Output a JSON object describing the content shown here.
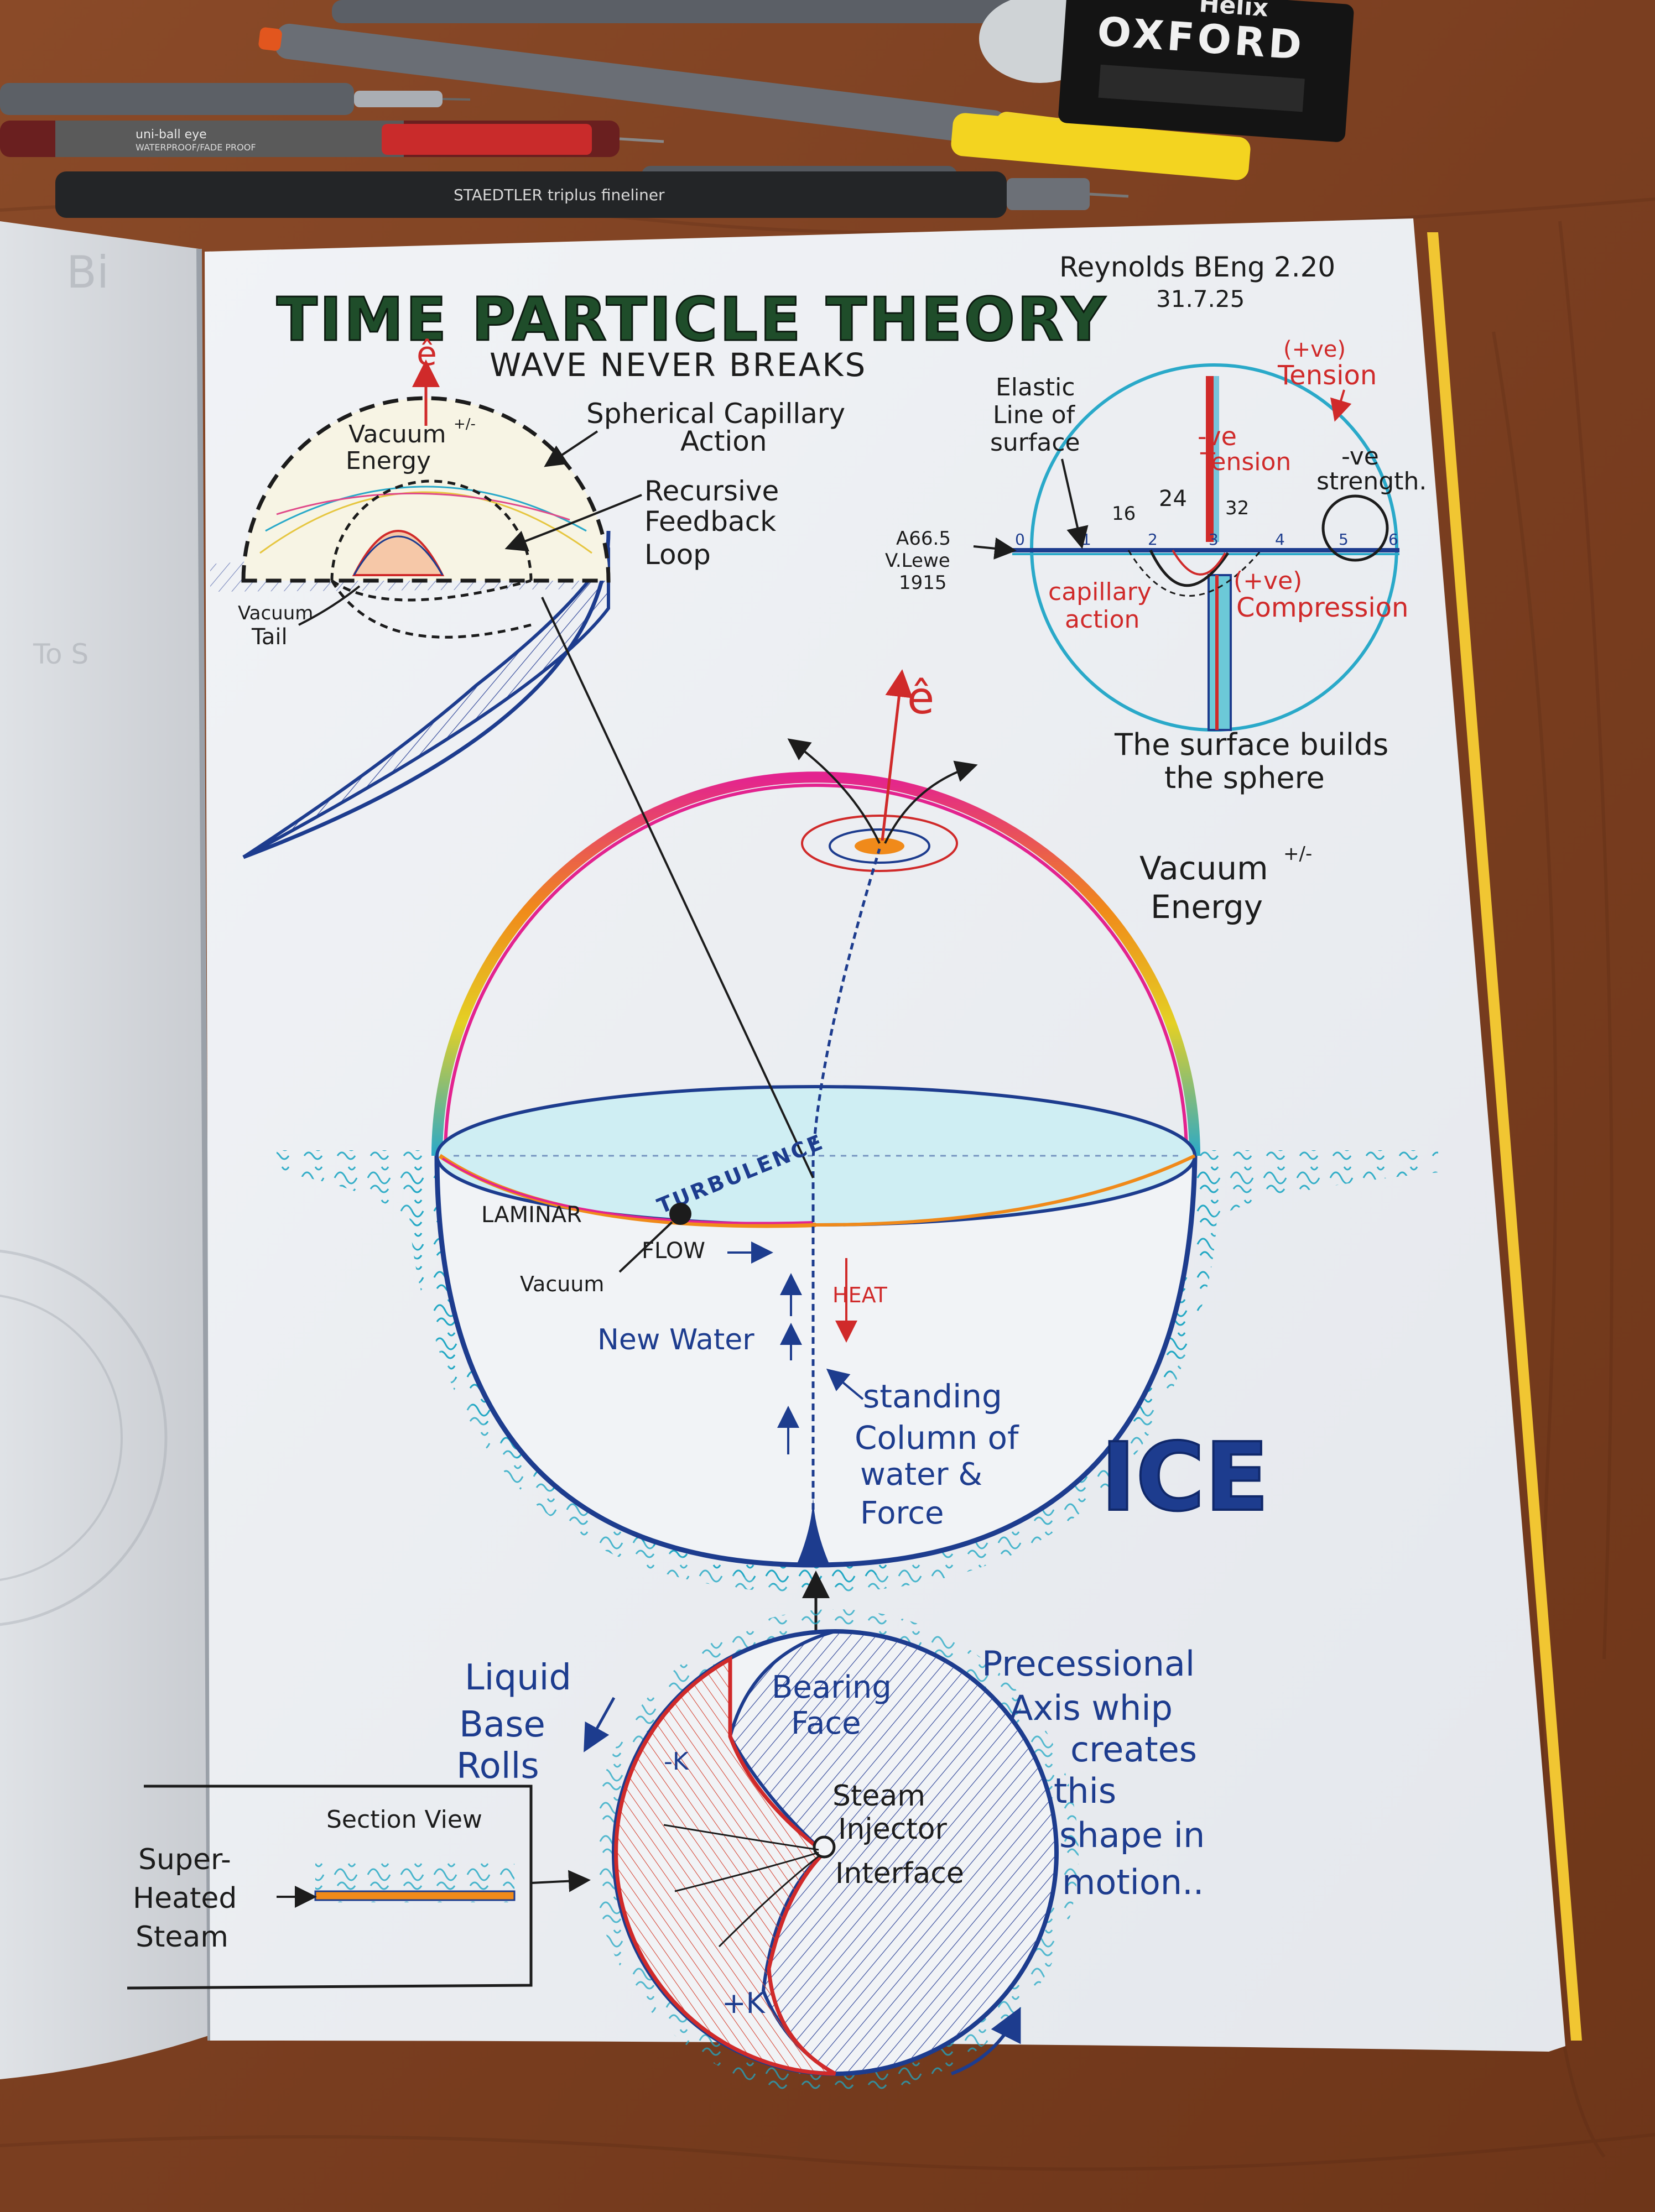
{
  "desk_items": {
    "oxford_brand": "Helix",
    "oxford_name": "OXFORD",
    "fineliner_label": "STAEDTLER triplus fineliner",
    "uniball_label": "uni-ball eye",
    "uniball_label2": "WATERPROOF/FADE PROOF"
  },
  "page": {
    "title": "TIME PARTICLE THEORY",
    "subtitle": "WAVE NEVER BREAKS",
    "author": "Reynolds BEng 2.20",
    "date": "31.7.25"
  },
  "inset_top_left": {
    "e_hat": "ê",
    "vacuum_energy_1": "Vacuum",
    "vacuum_energy_sup": "+/-",
    "vacuum_energy_2": "Energy",
    "spherical_capillary_1": "Spherical Capillary",
    "spherical_capillary_2": "Action",
    "recursive_1": "Recursive",
    "recursive_2": "Feedback",
    "recursive_3": "Loop",
    "vacuum_tail_1": "Vacuum",
    "vacuum_tail_2": "Tail"
  },
  "inset_top_right": {
    "tension_pos_1": "(+ve)",
    "tension_pos_2": "Tension",
    "elastic_1": "Elastic",
    "elastic_2": "Line of",
    "elastic_3": "surface",
    "neg_tension_1": "-ve",
    "neg_tension_2": "Tension",
    "neg_strength_1": "-ve",
    "neg_strength_2": "strength.",
    "n16": "16",
    "n24": "24",
    "n32": "32",
    "ref_1": "A66.5",
    "ref_2": "V.Lewe",
    "ref_3": "1915",
    "axis_labels": [
      "0",
      "1",
      "2",
      "3",
      "4",
      "5",
      "6"
    ],
    "capillary_1": "capillary",
    "capillary_2": "action",
    "compression_1": "(+ve)",
    "compression_2": "Compression",
    "caption_1": "The surface builds",
    "caption_2": "the sphere"
  },
  "main_sphere": {
    "e_hat": "ê",
    "vacuum_energy_1": "Vacuum",
    "vacuum_energy_sup": "+/-",
    "vacuum_energy_2": "Energy",
    "turbulence": "TURBULENCE",
    "laminar": "LAMINAR",
    "flow": "FLOW",
    "vacuum": "Vacuum",
    "heat": "HEAT",
    "new_water": "New Water",
    "standing_1": "standing",
    "standing_2": "Column of",
    "standing_3": "water &",
    "standing_4": "Force",
    "ice": "ICE"
  },
  "bottom": {
    "liquid_1": "Liquid",
    "liquid_2": "Base",
    "liquid_3": "Rolls",
    "bearing_1": "Bearing",
    "bearing_2": "Face",
    "steam_1": "Steam",
    "steam_2": "Injector",
    "steam_3": "Interface",
    "neg_k": "-K",
    "pos_k": "+K",
    "precessional_1": "Precessional",
    "precessional_2": "Axis whip",
    "precessional_3": "creates",
    "precessional_4": "this",
    "precessional_5": "shape in",
    "precessional_6": "motion..",
    "section_view": "Section View",
    "super_1": "Super-",
    "super_2": "Heated",
    "super_3": "Steam"
  }
}
